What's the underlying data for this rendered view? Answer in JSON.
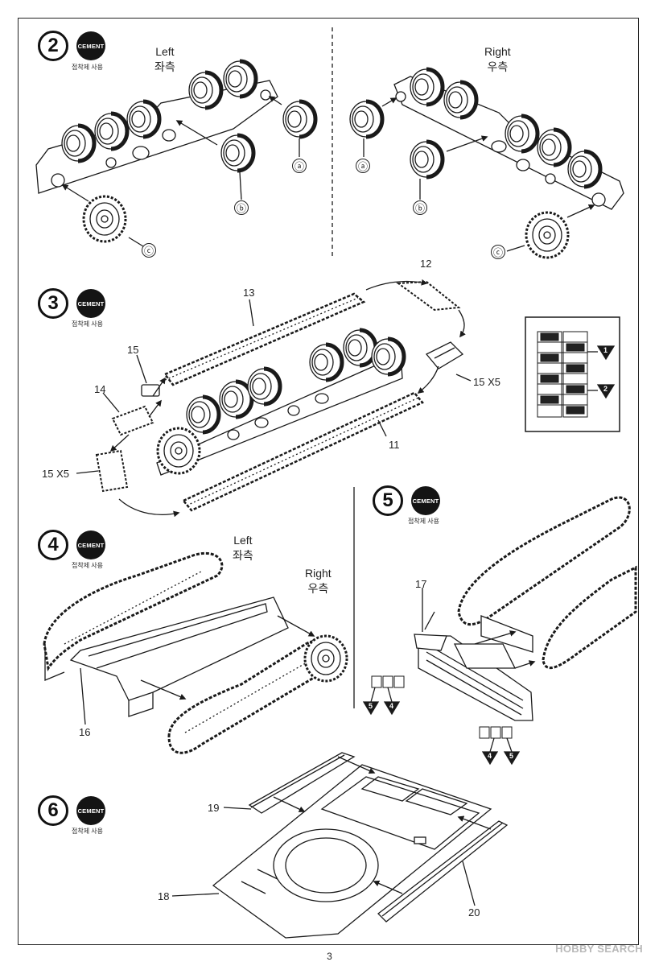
{
  "steps": [
    {
      "number": "2",
      "cement_text": "CEMENT",
      "cement_label": "접착제 사용"
    },
    {
      "number": "3",
      "cement_text": "CEMENT",
      "cement_label": "접착제 사용"
    },
    {
      "number": "4",
      "cement_text": "CEMENT",
      "cement_label": "접착제 사용"
    },
    {
      "number": "5",
      "cement_text": "CEMENT",
      "cement_label": "접착제 사용"
    },
    {
      "number": "6",
      "cement_text": "CEMENT",
      "cement_label": "접착제 사용"
    }
  ],
  "step2": {
    "left_en": "Left",
    "left_ko": "좌측",
    "right_en": "Right",
    "right_ko": "우측",
    "callouts": [
      "ⓐ",
      "ⓑ",
      "ⓒ"
    ]
  },
  "step3": {
    "parts": {
      "p13": "13",
      "p12": "12",
      "p15": "15",
      "p14": "14",
      "p15x5_left": "15 X5",
      "p15x5_right": "15 X5",
      "p11": "11"
    },
    "inset_markers": [
      "1",
      "2"
    ]
  },
  "step4": {
    "left_en": "Left",
    "left_ko": "좌측",
    "right_en": "Right",
    "right_ko": "우측",
    "part16": "16"
  },
  "step5": {
    "part17": "17",
    "markers_a": [
      "5",
      "4"
    ],
    "markers_b": [
      "4",
      "5"
    ]
  },
  "step6": {
    "part19": "19",
    "part18": "18",
    "part20": "20"
  },
  "page_number": "3",
  "watermark": "HOBBY SEARCH"
}
